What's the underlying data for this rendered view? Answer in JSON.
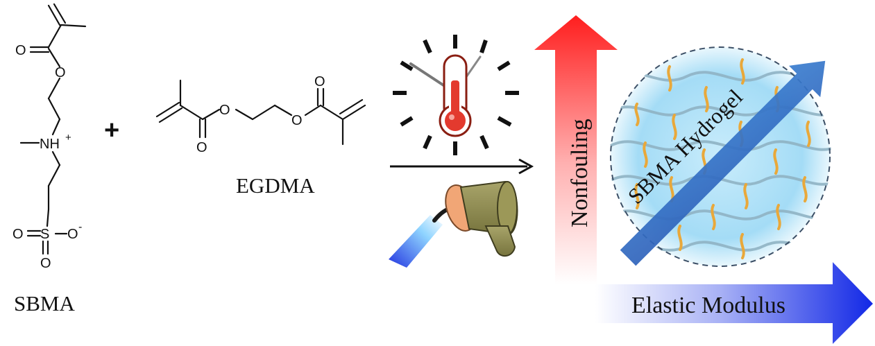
{
  "molecules": {
    "sbma": {
      "name": "SBMA",
      "atoms": {
        "carbonyl_o": "O",
        "ester_o": "O",
        "nh": "NH",
        "nh_charge": "+",
        "sulfonate_s": "S",
        "sulfonate_o_left": "O",
        "sulfonate_o_right": "O",
        "sulfonate_charge": "-",
        "sulfonate_o_bottom": "O"
      }
    },
    "plus_sign": "+",
    "egdma": {
      "name": "EGDMA",
      "atoms": {
        "ester_o_1": "O",
        "ester_o_2": "O",
        "carbonyl_o_1": "O",
        "carbonyl_o_2": "O"
      }
    }
  },
  "axes": {
    "vertical_label": "Nonfouling",
    "horizontal_label": "Elastic Modulus"
  },
  "hydrogel": {
    "label": "SBMA Hydrogel"
  },
  "icons": [
    "clock-icon",
    "thermometer-icon",
    "heat-gun-icon"
  ],
  "colors": {
    "up_arrow": "#ff2a2a",
    "right_arrow": "#1a2ee8",
    "diagonal_arrow": "#2f6fc2",
    "hydrogel_glow": "#9ad8f5",
    "crosslinker": "#e9a83a",
    "network": "#8fb3c4",
    "heat_gun_body": "#8f8c4e",
    "heat_gun_nozzle": "#f1a676",
    "flame": "#3b4fe6"
  }
}
